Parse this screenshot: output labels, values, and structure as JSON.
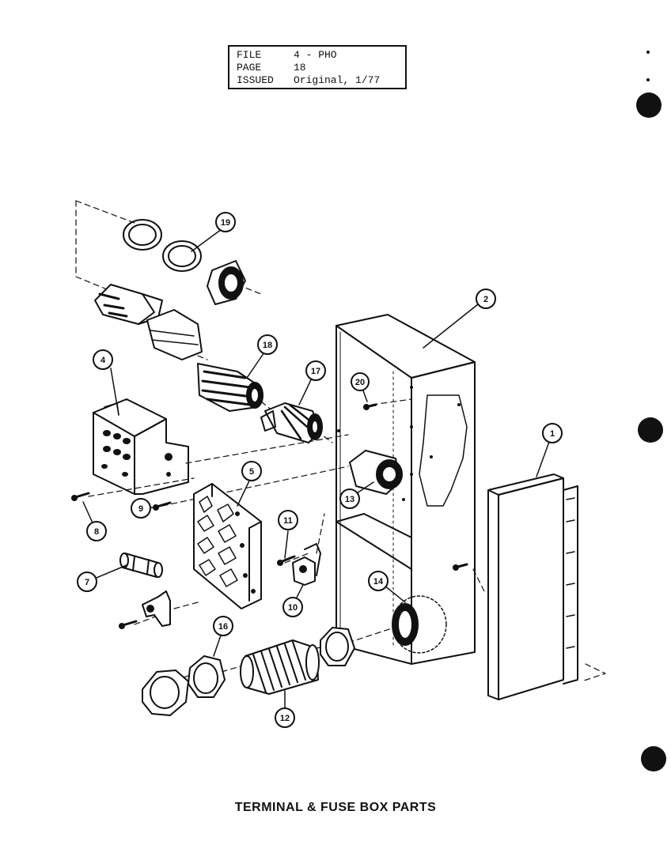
{
  "header": {
    "rows": [
      {
        "label": "FILE",
        "value": "4 - PHO"
      },
      {
        "label": "PAGE",
        "value": "18"
      },
      {
        "label": "ISSUED",
        "value": "Original, 1/77"
      }
    ]
  },
  "title": "TERMINAL & FUSE BOX PARTS",
  "callouts": [
    "1",
    "2",
    "4",
    "5",
    "7",
    "8",
    "9",
    "10",
    "11",
    "12",
    "13",
    "14",
    "16",
    "17",
    "18",
    "19",
    "20"
  ]
}
